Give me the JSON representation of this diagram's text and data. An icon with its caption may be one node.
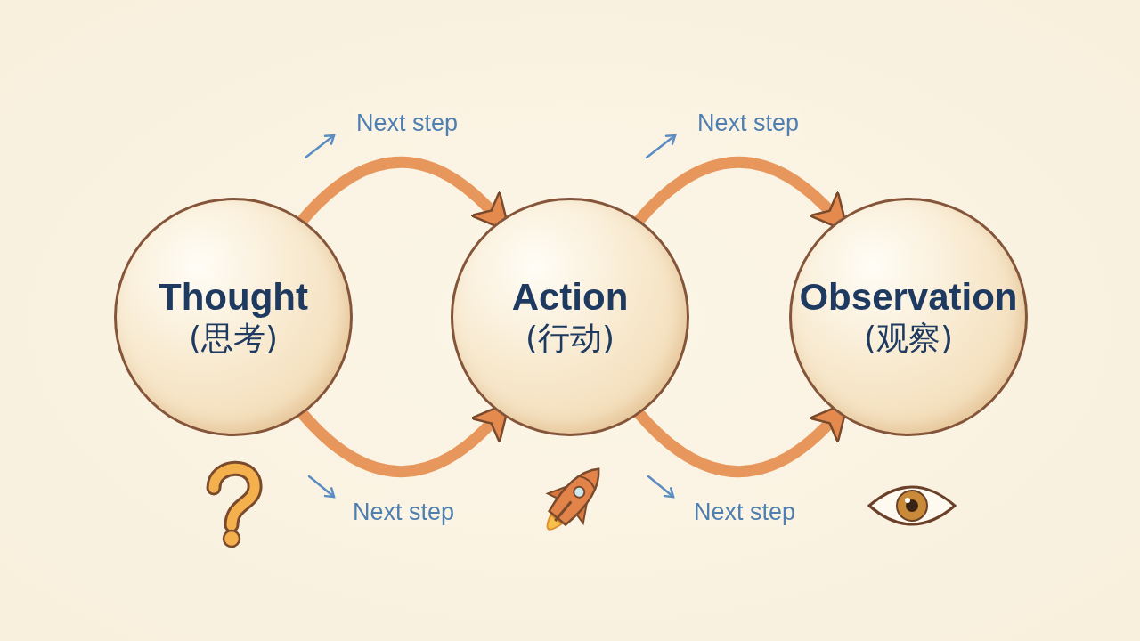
{
  "diagram": {
    "nodes": [
      {
        "text": [
          "Thought",
          "(思考)"
        ]
      },
      {
        "text": [
          "Action",
          "(行动)"
        ]
      },
      {
        "text": [
          "Observation",
          "(观察)"
        ]
      }
    ],
    "edges": [
      {
        "from": 0,
        "to": 1,
        "arrow": "to",
        "label": "Next step"
      },
      {
        "from": 1,
        "to": 2,
        "arrow": "to",
        "label": "Next step"
      },
      {
        "from": 0,
        "to": 1,
        "arrow": "to",
        "label": "Next step"
      },
      {
        "from": 1,
        "to": 2,
        "arrow": "to",
        "label": "Next step"
      }
    ]
  }
}
